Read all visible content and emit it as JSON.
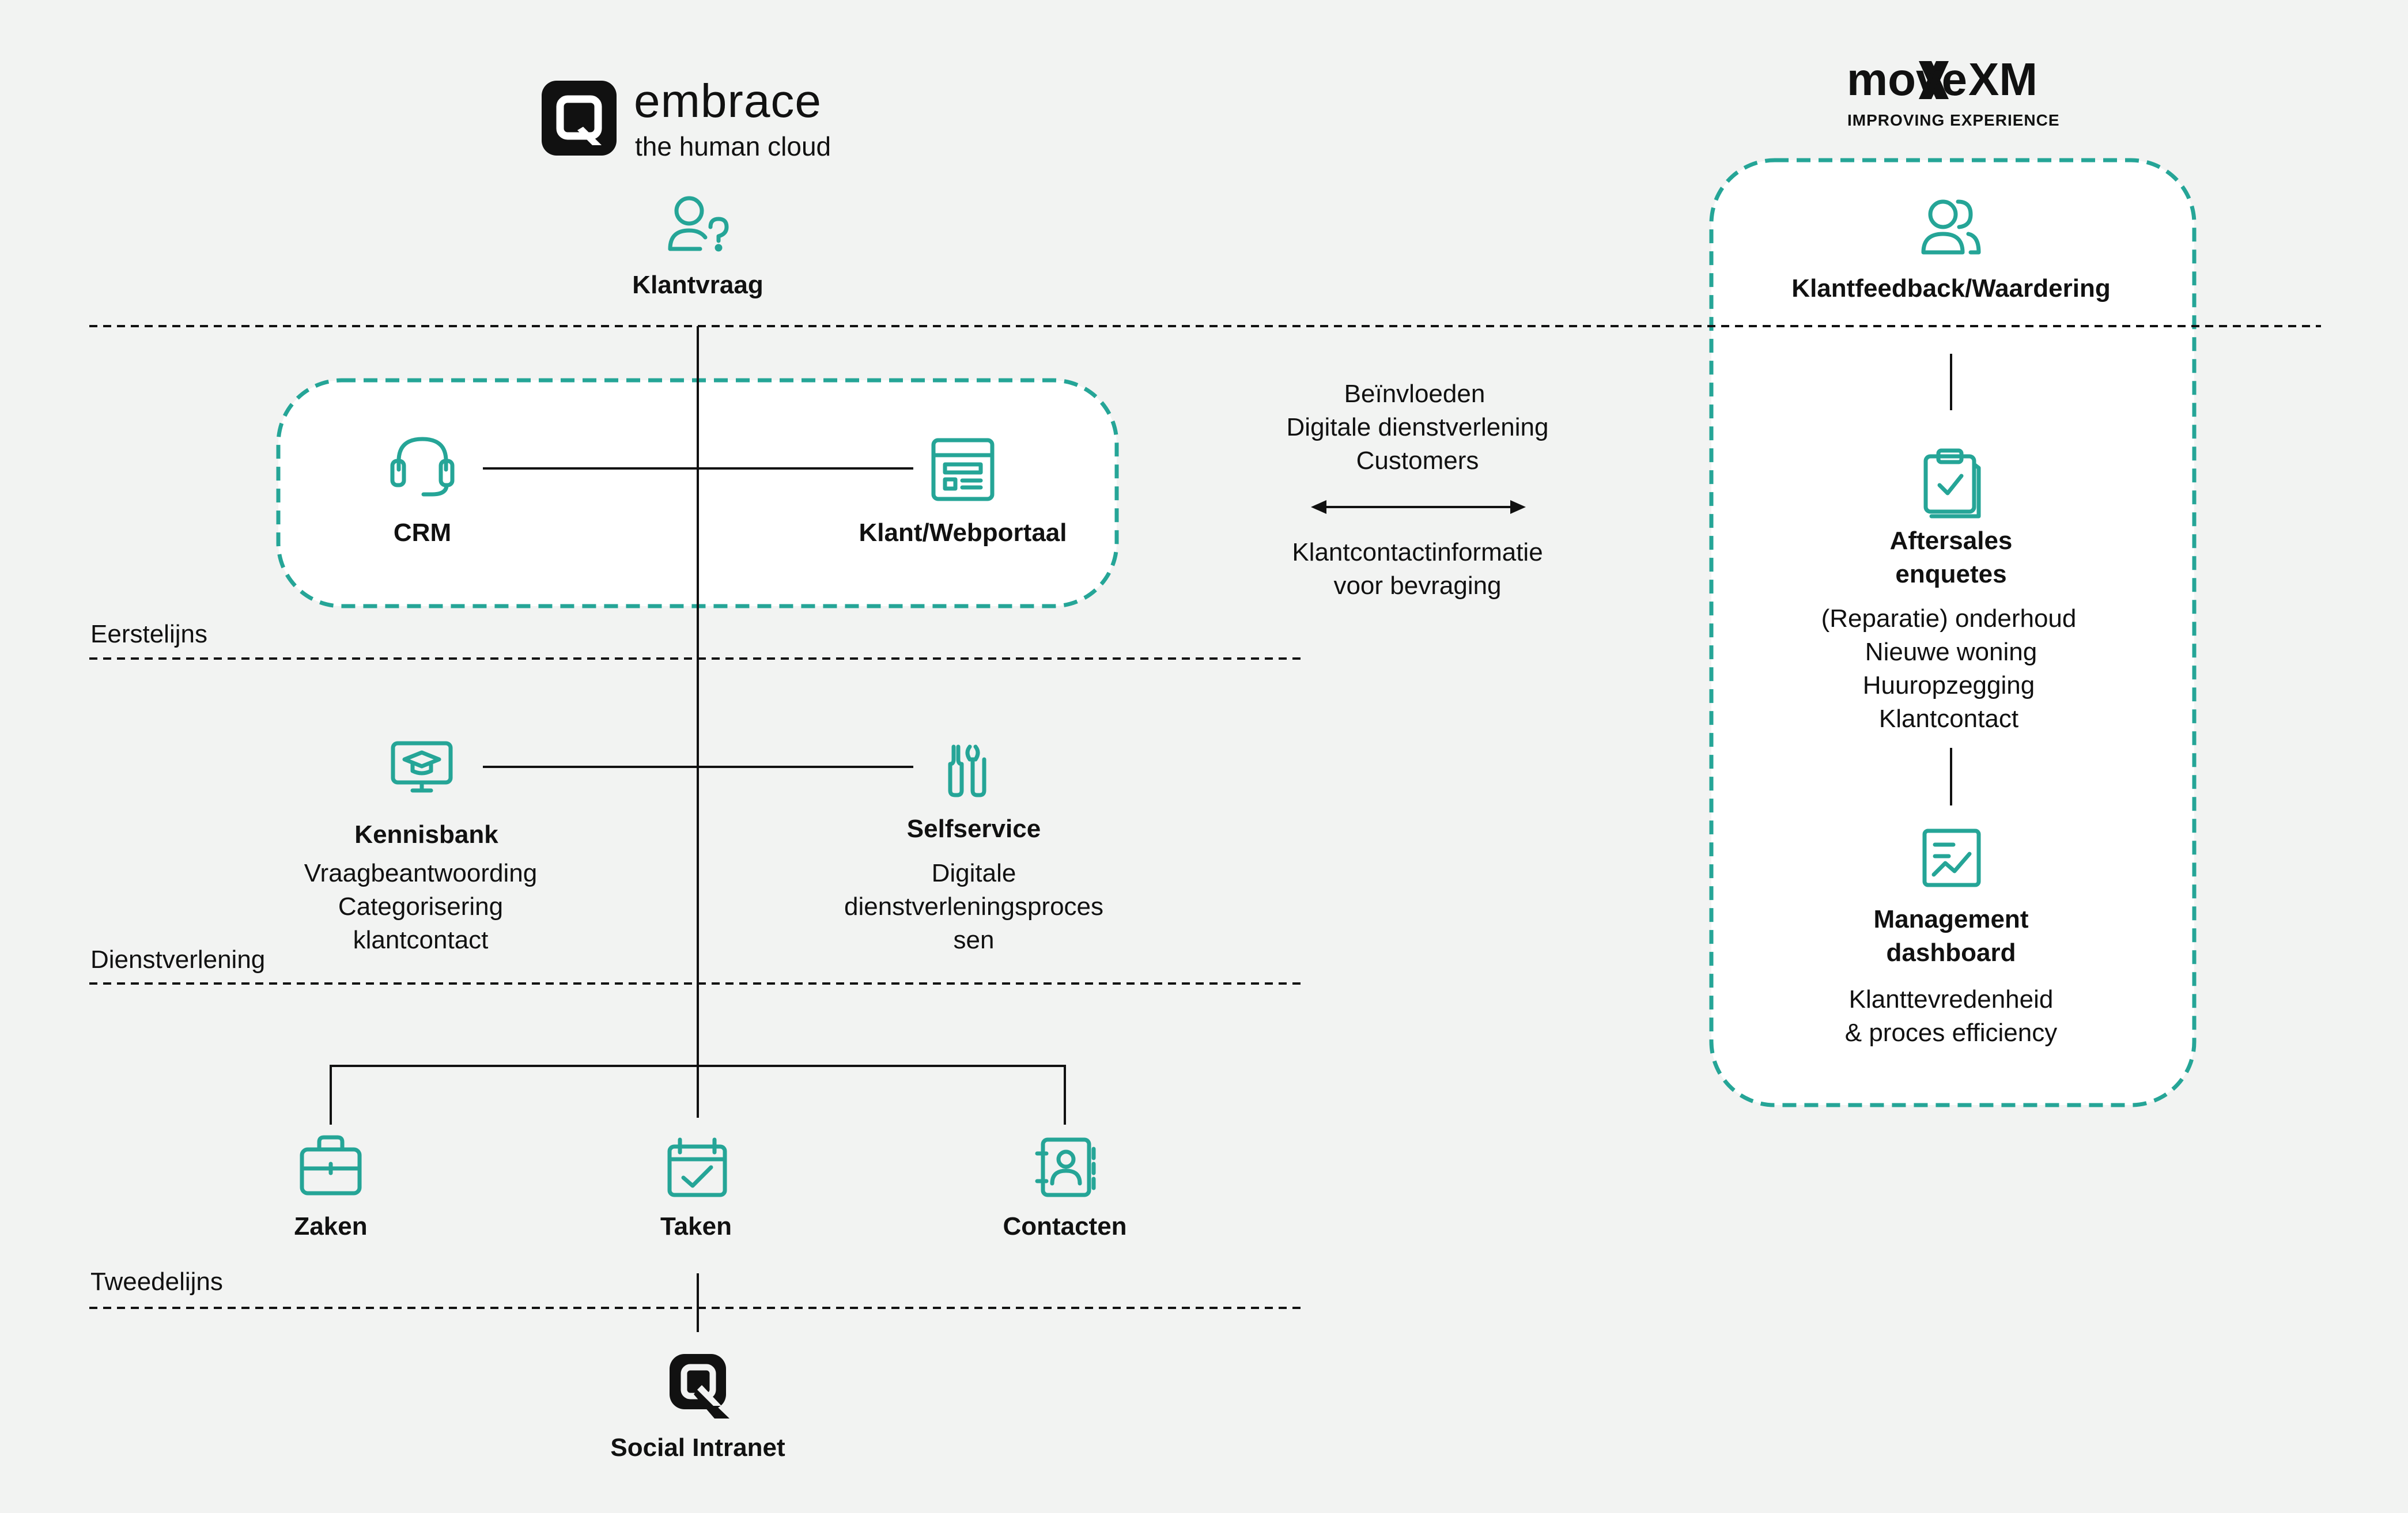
{
  "colors": {
    "teal": "#25a597",
    "line": "#111111",
    "background": "#f2f3f2"
  },
  "embrace": {
    "name": "embrace",
    "tagline": "the human cloud",
    "logo_icon": "embrace-q-logo-icon"
  },
  "movexm": {
    "name_part1": "move",
    "name_part2": "XM",
    "tagline": "IMPROVING EXPERIENCE"
  },
  "nodes": {
    "klantvraag": {
      "label": "Klantvraag",
      "icon": "person-question-icon"
    },
    "crm": {
      "label": "CRM",
      "icon": "headset-icon"
    },
    "webportaal": {
      "label": "Klant/Webportaal",
      "icon": "webpage-icon"
    },
    "kennisbank": {
      "label": "Kennisbank",
      "lines": [
        "Vraagbeantwoording",
        "Categorisering",
        "klantcontact"
      ],
      "icon": "monitor-graduation-icon"
    },
    "selfservice": {
      "label": "Selfservice",
      "lines": [
        "Digitale",
        "dienstverleningsproces",
        "sen"
      ],
      "icon": "tools-icon"
    },
    "zaken": {
      "label": "Zaken",
      "icon": "briefcase-icon"
    },
    "taken": {
      "label": "Taken",
      "icon": "calendar-check-icon"
    },
    "contacten": {
      "label": "Contacten",
      "icon": "address-book-icon"
    },
    "social_intranet": {
      "label": "Social Intranet",
      "icon": "embrace-q-logo-icon"
    },
    "klantfeedback": {
      "label": "Klantfeedback/Waardering",
      "icon": "people-icon"
    },
    "aftersales": {
      "label_lines": [
        "Aftersales",
        "enquetes"
      ],
      "lines": [
        "(Reparatie) onderhoud",
        "Nieuwe woning",
        "Huuropzegging",
        "Klantcontact"
      ],
      "icon": "clipboard-check-icon"
    },
    "dashboard": {
      "label_lines": [
        "Management",
        "dashboard"
      ],
      "lines": [
        "Klanttevredenheid",
        "& proces efficiency"
      ],
      "icon": "chart-icon"
    }
  },
  "lanes": {
    "eerstelijns": "Eerstelijns",
    "dienstverlening": "Dienstverlening",
    "tweedelijns": "Tweedelijns"
  },
  "middle": {
    "top_lines": [
      "Beïnvloeden",
      "Digitale dienstverlening",
      "Customers"
    ],
    "bottom_lines": [
      "Klantcontactinformatie",
      "voor bevraging"
    ]
  }
}
